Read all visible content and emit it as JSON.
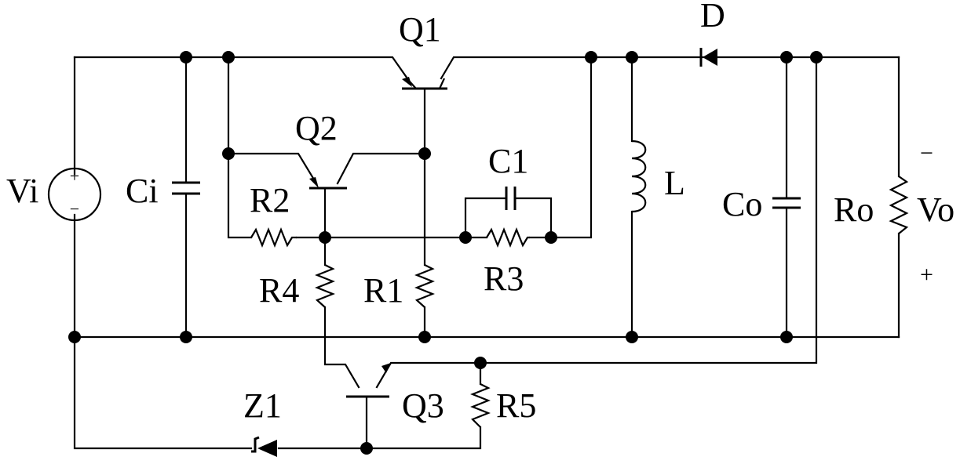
{
  "labels": {
    "vi": "Vi",
    "ci": "Ci",
    "q1": "Q1",
    "q2": "Q2",
    "q3": "Q3",
    "r1": "R1",
    "r2": "R2",
    "r3": "R3",
    "r4": "R4",
    "r5": "R5",
    "c1": "C1",
    "l": "L",
    "d": "D",
    "co": "Co",
    "ro": "Ro",
    "vo": "Vo",
    "z1": "Z1"
  },
  "signs": {
    "vo_top": "−",
    "vo_bottom": "+",
    "vi_plus": "+",
    "vi_minus": "−"
  }
}
